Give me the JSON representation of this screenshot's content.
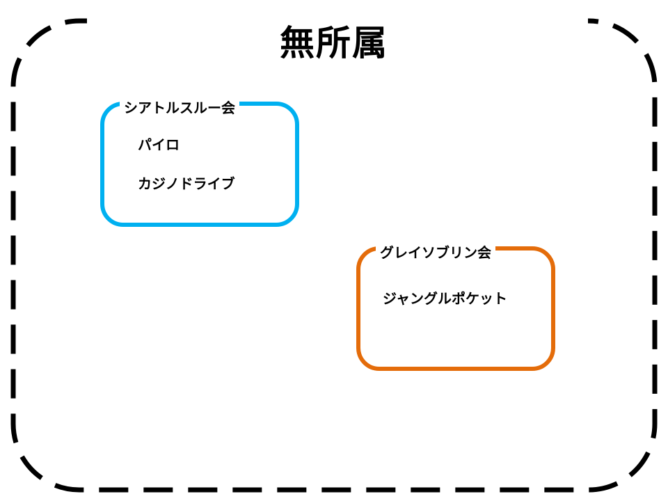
{
  "title": "無所属",
  "colors": {
    "outer": "#000000",
    "group1": "#00B0F0",
    "group2": "#E46C0A"
  },
  "groups": [
    {
      "name": "シアトルスルー会",
      "members": [
        "パイロ",
        "カジノドライブ"
      ]
    },
    {
      "name": "グレイソブリン会",
      "members": [
        "ジャングルポケット"
      ]
    }
  ]
}
